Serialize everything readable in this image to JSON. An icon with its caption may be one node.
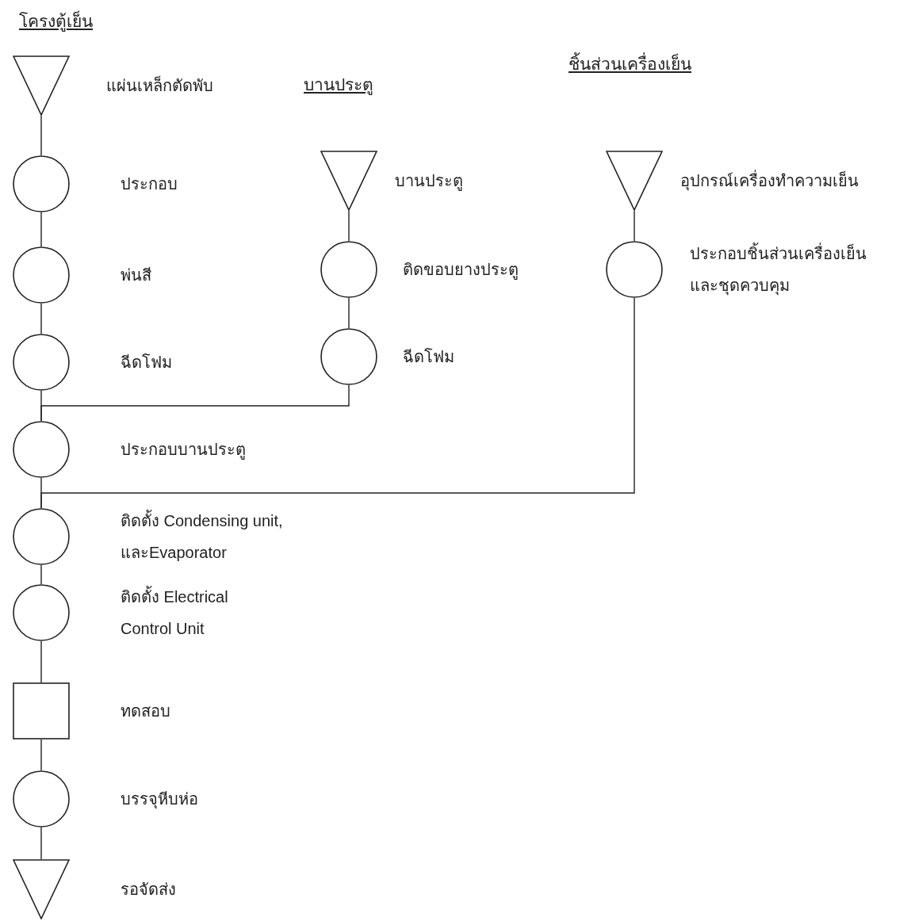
{
  "diagram": {
    "nodes": [
      {
        "text": [
          "แผ่นเหล็กตัดพับ"
        ]
      },
      {
        "text": [
          "ประกอบ"
        ]
      },
      {
        "text": [
          "พ่นสี"
        ]
      },
      {
        "text": [
          "ฉีดโฟม"
        ]
      },
      {
        "text": [
          "บานประตู"
        ]
      },
      {
        "text": [
          "ติดขอบยางประตู"
        ]
      },
      {
        "text": [
          "ฉีดโฟม"
        ]
      },
      {
        "text": [
          "อุปกรณ์เครื่องทำความเย็น"
        ]
      },
      {
        "text": [
          "ประกอบชิ้นส่วนเครื่องเย็น และชุดควบคุม"
        ]
      },
      {
        "text": [
          "ประกอบบานประตู"
        ]
      },
      {
        "text": [
          "ติดตั้ง Condensing unit, และEvaporator"
        ]
      },
      {
        "text": [
          "ติดตั้ง Electrical Control Unit"
        ]
      },
      {
        "text": [
          "ทดสอบ"
        ]
      },
      {
        "text": [
          "บรรจุหีบห่อ"
        ]
      },
      {
        "text": [
          "รอจัดส่ง"
        ]
      }
    ],
    "edges": [
      {
        "from": 0,
        "to": 1,
        "arrow": "none"
      },
      {
        "from": 1,
        "to": 2,
        "arrow": "none"
      },
      {
        "from": 2,
        "to": 3,
        "arrow": "none"
      },
      {
        "from": 3,
        "to": 9,
        "arrow": "none"
      },
      {
        "from": 4,
        "to": 5,
        "arrow": "none"
      },
      {
        "from": 5,
        "to": 6,
        "arrow": "none"
      },
      {
        "from": 6,
        "to": 9,
        "arrow": "none"
      },
      {
        "from": 7,
        "to": 8,
        "arrow": "none"
      },
      {
        "from": 8,
        "to": 10,
        "arrow": "none"
      },
      {
        "from": 9,
        "to": 10,
        "arrow": "none"
      },
      {
        "from": 10,
        "to": 11,
        "arrow": "none"
      },
      {
        "from": 11,
        "to": 12,
        "arrow": "none"
      },
      {
        "from": 12,
        "to": 13,
        "arrow": "none"
      },
      {
        "from": 13,
        "to": 14,
        "arrow": "none"
      }
    ],
    "labels": [
      "โครงตู้เย็น",
      "บานประตู",
      "ชิ้นส่วนเครื่องเย็น"
    ]
  }
}
